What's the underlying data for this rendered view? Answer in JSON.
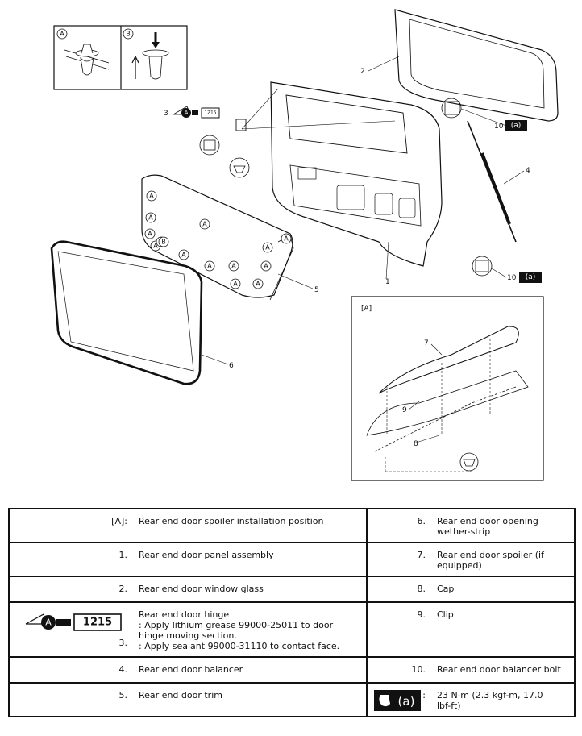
{
  "diagram": {
    "callouts": [
      "1",
      "2",
      "3",
      "4",
      "5",
      "6",
      "7",
      "8",
      "9",
      "10",
      "10"
    ],
    "inset_clip_labels": [
      "A",
      "B"
    ],
    "inset_label": "[A]",
    "trim_clip_markers": [
      "A",
      "A",
      "A",
      "A",
      "A",
      "A",
      "A",
      "A",
      "A",
      "A",
      "A",
      "A",
      "A",
      "A",
      "B"
    ],
    "grease_label": "A",
    "sealant_label": "1215",
    "torque_symbol_label": "(a)"
  },
  "legend": {
    "rows": [
      {
        "left_num": "[A]:",
        "left_text": "Rear end door spoiler installation position",
        "right_num": "6.",
        "right_text": "Rear end door opening\nwether-strip"
      },
      {
        "left_num": "1.",
        "left_text": "Rear end door panel assembly",
        "right_num": "7.",
        "right_text": "Rear end door spoiler (if\nequipped)"
      },
      {
        "left_num": "2.",
        "left_text": "Rear end door window glass",
        "right_num": "8.",
        "right_text": "Cap"
      },
      {
        "left_num": "3.",
        "left_text": "Rear end door hinge\n: Apply lithium grease 99000-25011 to door\nhinge moving section.\n: Apply sealant 99000-31110 to contact face.",
        "right_num": "9.",
        "right_text": "Clip"
      },
      {
        "left_num": "4.",
        "left_text": "Rear end door balancer",
        "right_num": "10.",
        "right_text": "Rear end door balancer bolt"
      },
      {
        "left_num": "5.",
        "left_text": "Rear end door trim",
        "right_num": ":",
        "right_text": "23 N·m (2.3 kgf-m, 17.0\nlbf-ft)"
      }
    ],
    "grease_label": "A",
    "sealant_label": "1215",
    "torque_label": "(a)"
  }
}
